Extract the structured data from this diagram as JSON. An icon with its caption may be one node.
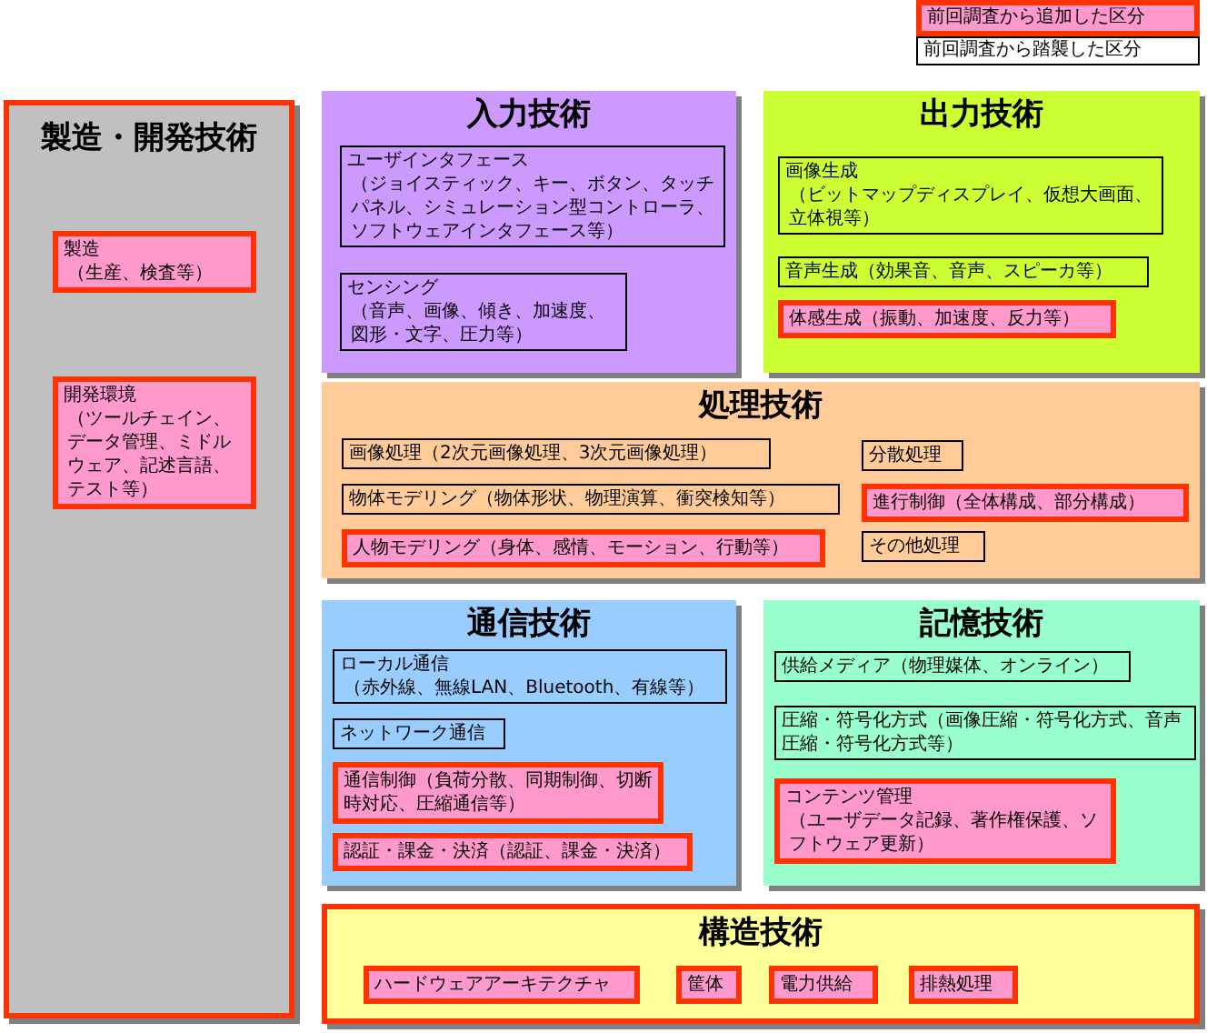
{
  "diagram": {
    "nodes": [
      {
        "text": [
          "製造・開発技術"
        ]
      },
      {
        "text": [
          "製造",
          "（生産、検査等）"
        ],
        "in": 0
      },
      {
        "text": [
          "開発環境",
          "（ツールチェイン、データ管理、ミドルウェア、記述言語、テスト等）"
        ],
        "in": 0
      },
      {
        "text": [
          "入力技術"
        ]
      },
      {
        "text": [
          "ユーザインタフェース",
          "（ジョイスティック、キー、ボタン、タッチパネル、シミュレーション型コントローラ、ソフトウェアインタフェース等）"
        ],
        "in": 3
      },
      {
        "text": [
          "センシング",
          "（音声、画像、傾き、加速度、図形・文字、圧力等）"
        ],
        "in": 3
      },
      {
        "text": [
          "出力技術"
        ]
      },
      {
        "text": [
          "画像生成",
          "（ビットマップディスプレイ、仮想大画面、立体視等）"
        ],
        "in": 6
      },
      {
        "text": [
          "音声生成（効果音、音声、スピーカ等）"
        ],
        "in": 6
      },
      {
        "text": [
          "体感生成（振動、加速度、反力等）"
        ],
        "in": 6
      },
      {
        "text": [
          "処理技術"
        ]
      },
      {
        "text": [
          "画像処理（2次元画像処理、3次元画像処理）"
        ],
        "in": 10
      },
      {
        "text": [
          "分散処理"
        ],
        "in": 10
      },
      {
        "text": [
          "物体モデリング（物体形状、物理演算、衝突検知等）"
        ],
        "in": 10
      },
      {
        "text": [
          "進行制御（全体構成、部分構成）"
        ],
        "in": 10
      },
      {
        "text": [
          "人物モデリング（身体、感情、モーション、行動等）"
        ],
        "in": 10
      },
      {
        "text": [
          "その他処理"
        ],
        "in": 10
      },
      {
        "text": [
          "通信技術"
        ]
      },
      {
        "text": [
          "ローカル通信",
          "（赤外線、無線LAN、Bluetooth、有線等）"
        ],
        "in": 17
      },
      {
        "text": [
          "ネットワーク通信"
        ],
        "in": 17
      },
      {
        "text": [
          "通信制御（負荷分散、同期制御、切断時対応、圧縮通信等）"
        ],
        "in": 17
      },
      {
        "text": [
          "認証・課金・決済（認証、課金・決済）"
        ],
        "in": 17
      },
      {
        "text": [
          "記憶技術"
        ]
      },
      {
        "text": [
          "供給メディア（物理媒体、オンライン）"
        ],
        "in": 22
      },
      {
        "text": [
          "圧縮・符号化方式（画像圧縮・符号化方式、音声圧縮・符号化方式等）"
        ],
        "in": 22
      },
      {
        "text": [
          "コンテンツ管理",
          "（ユーザデータ記録、著作権保護、ソフトウェア更新）"
        ],
        "in": 22
      },
      {
        "text": [
          "構造技術"
        ]
      },
      {
        "text": [
          "ハードウェアアーキテクチャ"
        ],
        "in": 26
      },
      {
        "text": [
          "筐体"
        ],
        "in": 26
      },
      {
        "text": [
          "電力供給"
        ],
        "in": 26
      },
      {
        "text": [
          "排熱処理"
        ],
        "in": 26
      }
    ],
    "legend": [
      {
        "text": "前回調査から追加した区分",
        "color": "#ff99cc"
      },
      {
        "text": "前回調査から踏襲した区分",
        "color": "#ffffff"
      }
    ]
  }
}
